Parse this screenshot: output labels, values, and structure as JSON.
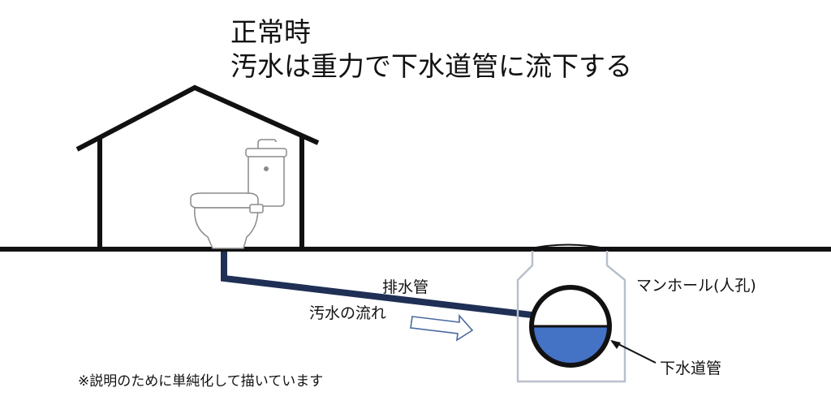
{
  "title": {
    "line1": "正常時",
    "line2": "汚水は重力で下水道管に流下する"
  },
  "labels": {
    "drain_pipe": "排水管",
    "flow": "汚水の流れ",
    "manhole": "マンホール(人孔)",
    "sewer_pipe": "下水道管",
    "note": "※説明のために単純化して描いています"
  },
  "colors": {
    "line": "#111111",
    "drain_pipe": "#1f2f55",
    "water": "#4472c4",
    "manhole_outline": "#b8c0cc"
  }
}
